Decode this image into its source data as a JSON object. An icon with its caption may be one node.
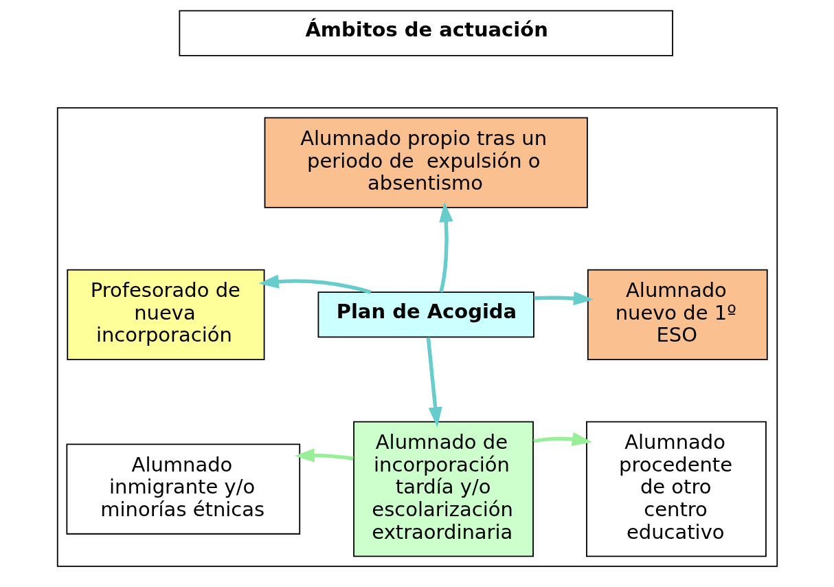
{
  "diagram": {
    "nodes": [
      {
        "text": [
          "Ámbitos de actuación"
        ]
      },
      {
        "text": [],
        "shape": "box"
      },
      {
        "text": [
          "Alumnado propio tras un periodo de  expulsión o absentismo"
        ],
        "in": 1
      },
      {
        "text": [
          "Profesorado de nueva incorporación"
        ],
        "in": 1
      },
      {
        "text": [
          "Plan de Acogida"
        ],
        "in": 1
      },
      {
        "text": [
          "Alumnado nuevo de 1º ESO"
        ],
        "in": 1
      },
      {
        "text": [
          "Alumnado inmigrante y/o minorías étnicas"
        ],
        "in": 1
      },
      {
        "text": [
          "Alumnado de incorporación tardía y/o escolarización extraordinaria"
        ],
        "in": 1
      },
      {
        "text": [
          "Alumnado procedente de otro centro educativo"
        ],
        "in": 1
      }
    ],
    "edges": [
      {
        "from": 4,
        "to": 2,
        "arrow": "to"
      },
      {
        "from": 4,
        "to": 3,
        "arrow": "to"
      },
      {
        "from": 4,
        "to": 5,
        "arrow": "to"
      },
      {
        "from": 4,
        "to": 7,
        "arrow": "to"
      },
      {
        "from": 7,
        "to": 6,
        "arrow": "to",
        "color": "#99ee99"
      },
      {
        "from": 7,
        "to": 8,
        "arrow": "to",
        "color": "#99ee99"
      }
    ]
  }
}
